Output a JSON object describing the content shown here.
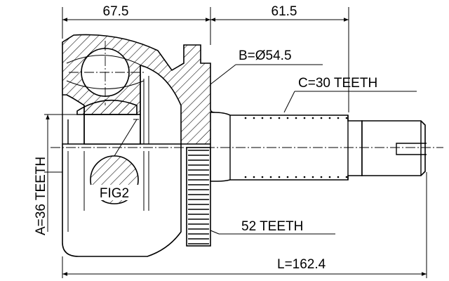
{
  "diagram": {
    "labels": {
      "dim_left_length": "67.5",
      "dim_right_length": "61.5",
      "outer_diameter": "B=Ø54.5",
      "shaft_spline": "C=30 TEETH",
      "inner_spline": "A=36 TEETH",
      "figure_ref": "FIG2",
      "abs_ring": "52 TEETH",
      "total_length": "L=162.4"
    }
  }
}
